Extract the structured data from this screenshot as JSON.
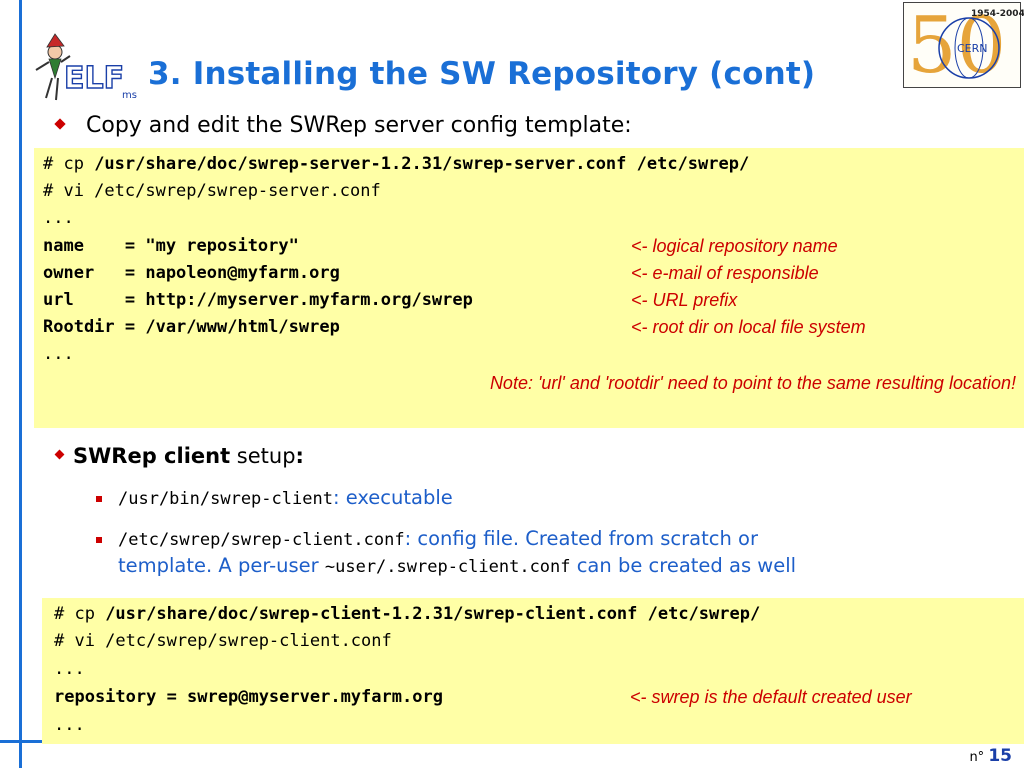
{
  "title": "3. Installing the SW Repository (cont)",
  "elf_logo": {
    "text": "ELF",
    "sub": "ms"
  },
  "cern_logo": {
    "text": "CERN",
    "years": "1954-2004",
    "number": "50"
  },
  "intro_bullet": "Copy and edit the SWRep server config template:",
  "server_block": {
    "line1_prompt": "# cp ",
    "line1_cmd": "/usr/share/doc/swrep-server-1.2.31/swrep-server.conf /etc/swrep/",
    "line2": "# vi /etc/swrep/swrep-server.conf",
    "line3": "...",
    "settings": [
      {
        "text": "name    = \"my repository\"",
        "comment": "<- logical repository name"
      },
      {
        "text": "owner   = napoleon@myfarm.org",
        "comment": "<- e-mail of responsible"
      },
      {
        "text": "url     = http://myserver.myfarm.org/swrep",
        "comment": "<- URL prefix"
      },
      {
        "text": "Rootdir = /var/www/html/swrep",
        "comment": "<- root dir on local file system"
      }
    ],
    "line_end": "...",
    "note": "Note: 'url' and 'rootdir' need to point to the same resulting location!"
  },
  "client_bullet": {
    "bold": "SWRep client",
    "normal": " setup",
    "colon": ":"
  },
  "client_items": [
    {
      "mono": "/usr/bin/swrep-client",
      "desc": ": executable"
    },
    {
      "mono": "/etc/swrep/swrep-client.conf",
      "desc": ": config file. Created from scratch or",
      "line2_a": "template. A per-user ",
      "line2_mono": "~user/.swrep-client.conf",
      "line2_b": " can be created as well"
    }
  ],
  "client_block": {
    "line1_prompt": "# cp ",
    "line1_cmd": "/usr/share/doc/swrep-client-1.2.31/swrep-client.conf /etc/swrep/",
    "line2": "# vi /etc/swrep/swrep-client.conf",
    "line3": "...",
    "line4": "repository = swrep@myserver.myfarm.org",
    "line4_comment": "<- swrep is the default created user",
    "line5": "..."
  },
  "page": {
    "prefix": "n°",
    "number": "15"
  },
  "colors": {
    "accent": "#1a6fd6",
    "code_bg": "#ffffa6",
    "comment": "#cc0000",
    "link_text": "#1d5ec9"
  }
}
